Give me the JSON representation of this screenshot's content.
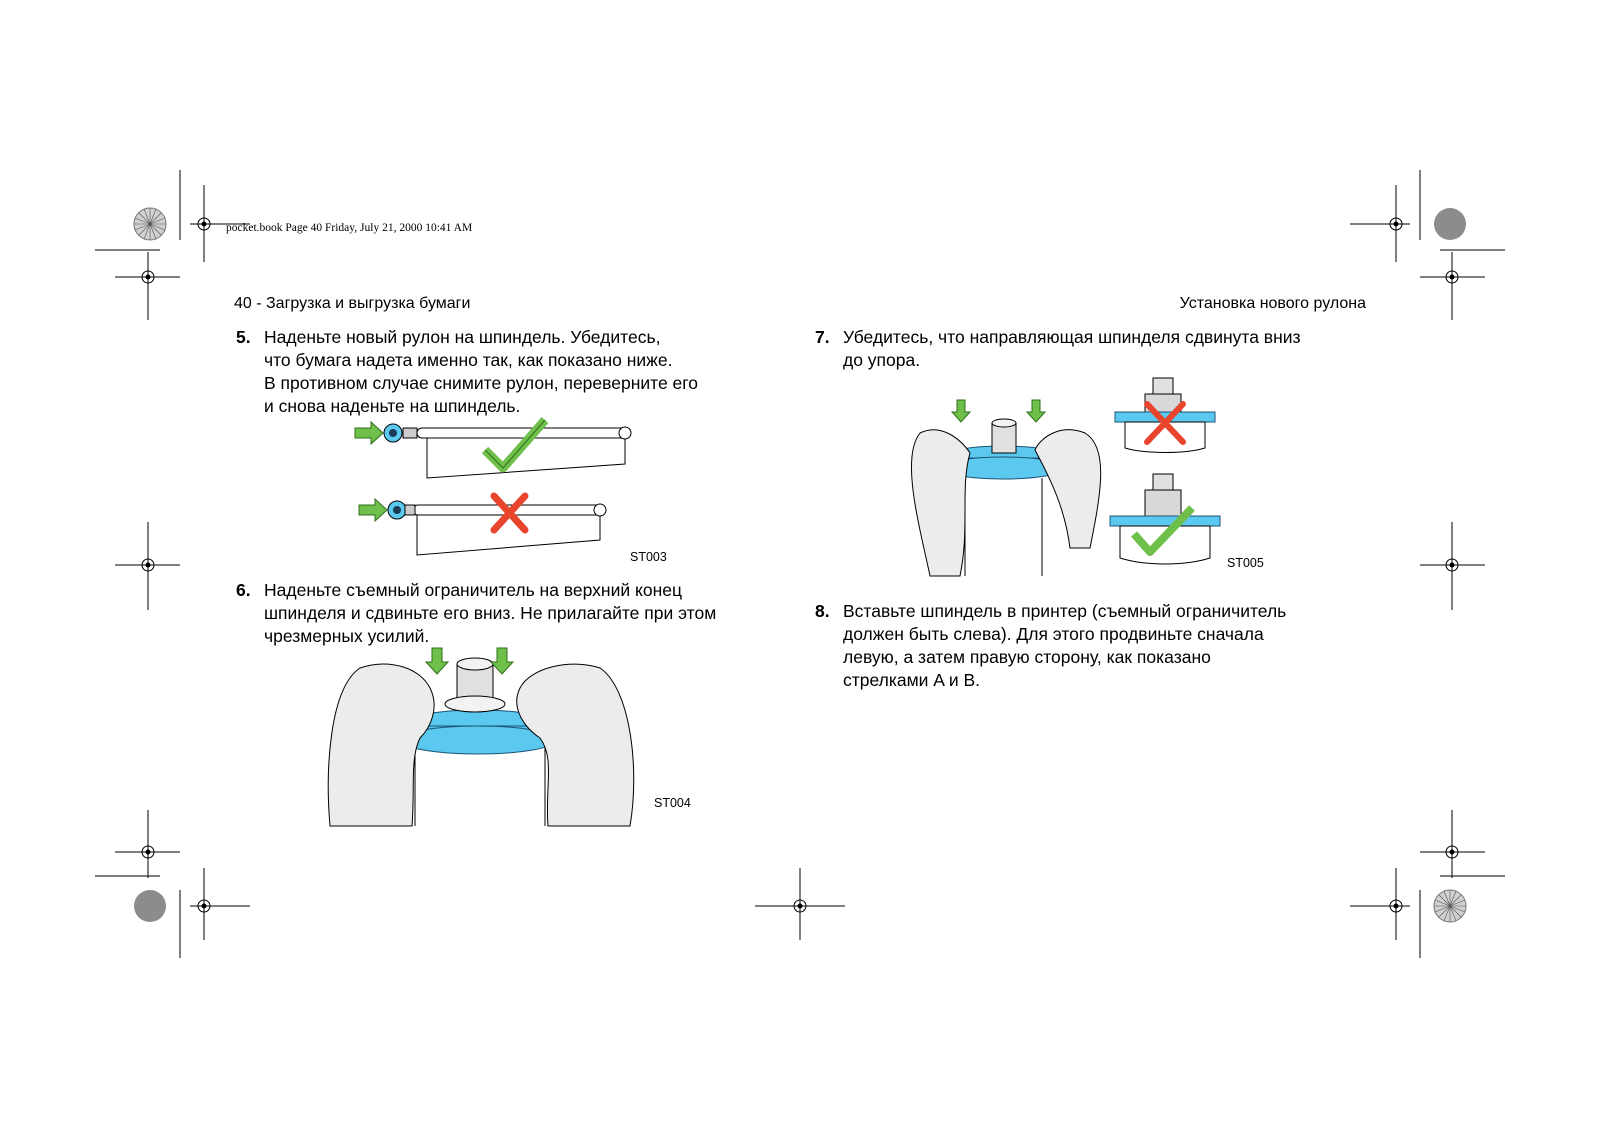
{
  "header": {
    "meta": "pocket.book  Page 40  Friday, July 21, 2000  10:41 AM",
    "running_left": "40 - Загрузка и выгрузка бумаги",
    "running_right": "Установка нового рулона"
  },
  "steps": [
    {
      "num": "5.",
      "lines": [
        "Наденьте новый рулон на шпиндель. Убедитесь,",
        "что бумага надета именно так, как показано ниже.",
        "В противном случае снимите рулон, переверните его",
        "и снова наденьте на шпиндель."
      ],
      "figure": "ST003"
    },
    {
      "num": "6.",
      "lines": [
        "Наденьте съемный ограничитель на верхний конец",
        "шпинделя и сдвиньте его вниз. Не прилагайте при этом",
        "чрезмерных усилий."
      ],
      "figure": "ST004"
    },
    {
      "num": "7.",
      "lines": [
        "Убедитесь, что направляющая шпинделя сдвинута вниз",
        "до упора."
      ],
      "figure": "ST005"
    },
    {
      "num": "8.",
      "lines": [
        "Вставьте шпиндель в принтер (съемный ограничитель",
        "должен быть слева). Для этого продвиньте сначала",
        "левую, а затем правую сторону, как показано",
        "стрелками A и B."
      ]
    }
  ],
  "colors": {
    "accent_blue": "#5bc8ef",
    "arrow_green": "#6fc04a",
    "check_green": "#6fc04a",
    "cross_red": "#e8452c",
    "skin": "#ececec"
  }
}
